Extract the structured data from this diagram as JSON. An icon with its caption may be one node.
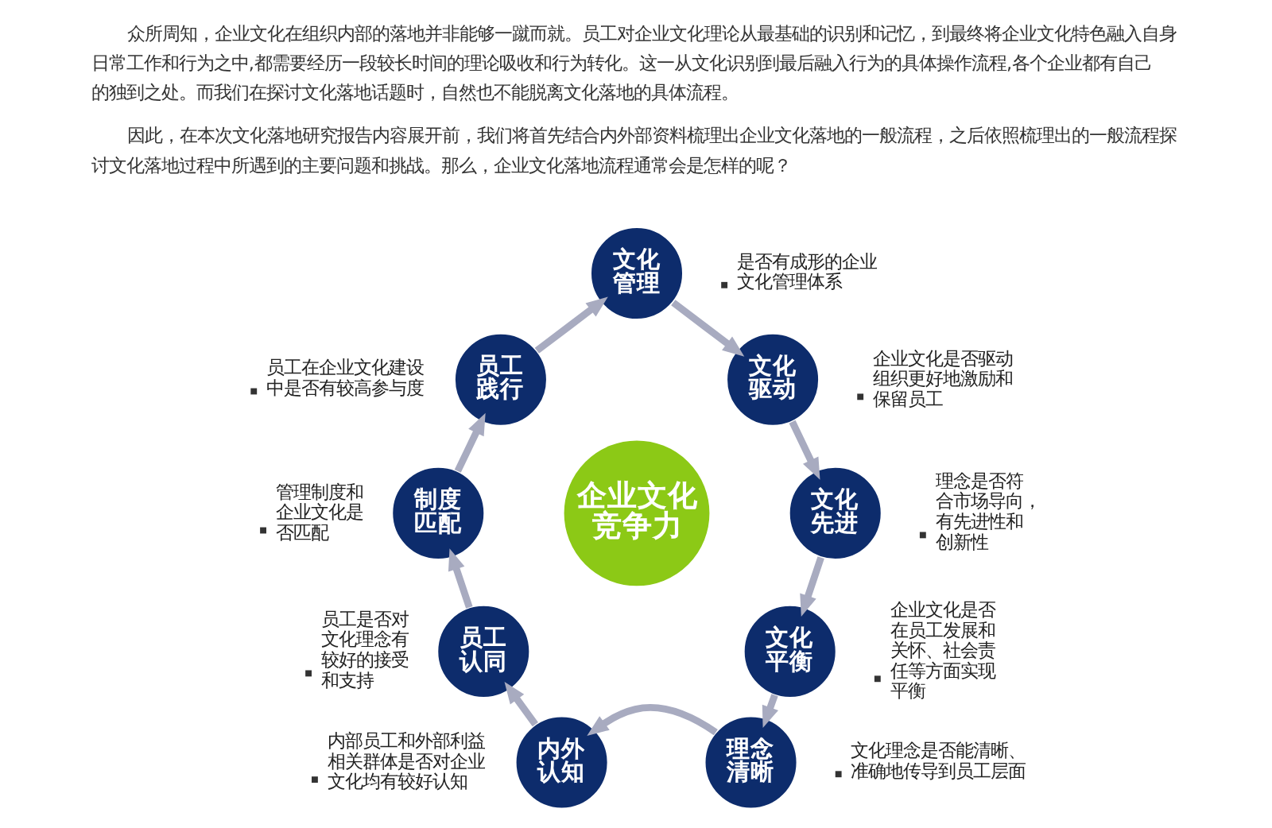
{
  "diagram": {
    "nodes": [
      {
        "text": [
          "企业文化竞争力"
        ]
      },
      {
        "text": [
          "文化管理"
        ],
        "beside": [
          "是否有成形的企业文化管理体系"
        ]
      },
      {
        "text": [
          "文化驱动"
        ],
        "beside": [
          "企业文化是否驱动组织更好地激励和保留员工"
        ]
      },
      {
        "text": [
          "文化先进"
        ],
        "beside": [
          "理念是否符合市场导向，有先进性和创新性"
        ]
      },
      {
        "text": [
          "文化平衡"
        ],
        "beside": [
          "企业文化是否在员工发展和关怀、社会责任等方面实现平衡"
        ]
      },
      {
        "text": [
          "理念清晰"
        ],
        "beside": [
          "文化理念是否能清晰、准确地传导到员工层面"
        ]
      },
      {
        "text": [
          "内外认知"
        ],
        "beside": [
          "内部员工和外部利益相关群体是否对企业文化均有较好认知"
        ]
      },
      {
        "text": [
          "员工认同"
        ],
        "beside": [
          "员工是否对文化理念有较好的接受和支持"
        ]
      },
      {
        "text": [
          "制度匹配"
        ],
        "beside": [
          "管理制度和企业文化是否匹配"
        ]
      },
      {
        "text": [
          "员工践行"
        ],
        "beside": [
          "员工在企业文化建设中是否有较高参与度"
        ]
      }
    ],
    "edges": [
      {
        "from": 1,
        "to": 2,
        "arrow": "to"
      },
      {
        "from": 2,
        "to": 3,
        "arrow": "to"
      },
      {
        "from": 3,
        "to": 4,
        "arrow": "to"
      },
      {
        "from": 4,
        "to": 5,
        "arrow": "to"
      },
      {
        "from": 5,
        "to": 6,
        "arrow": "to"
      },
      {
        "from": 6,
        "to": 7,
        "arrow": "to"
      },
      {
        "from": 7,
        "to": 8,
        "arrow": "to"
      },
      {
        "from": 8,
        "to": 9,
        "arrow": "to"
      },
      {
        "from": 9,
        "to": 1,
        "arrow": "to"
      }
    ],
    "labels": [
      "众所周知，企业文化在组织内部的落地并非能够一蹴而就。员工对企业文化理论从最基础的识别和记忆，到最终将企业文化特色融入自身日常工作和行为之中,都需要经历一段较长时间的理论吸收和行为转化。这一从文化识别到最后融入行为的具体操作流程,各个企业都有自己的独到之处。而我们在探讨文化落地话题时，自然也不能脱离文化落地的具体流程。",
      "因此，在本次文化落地研究报告内容展开前，我们将首先结合内外部资料梳理出企业文化落地的一般流程，之后依照梳理出的一般流程探讨文化落地过程中所遇到的主要问题和挑战。那么，企业文化落地流程通常会是怎样的呢？"
    ]
  }
}
